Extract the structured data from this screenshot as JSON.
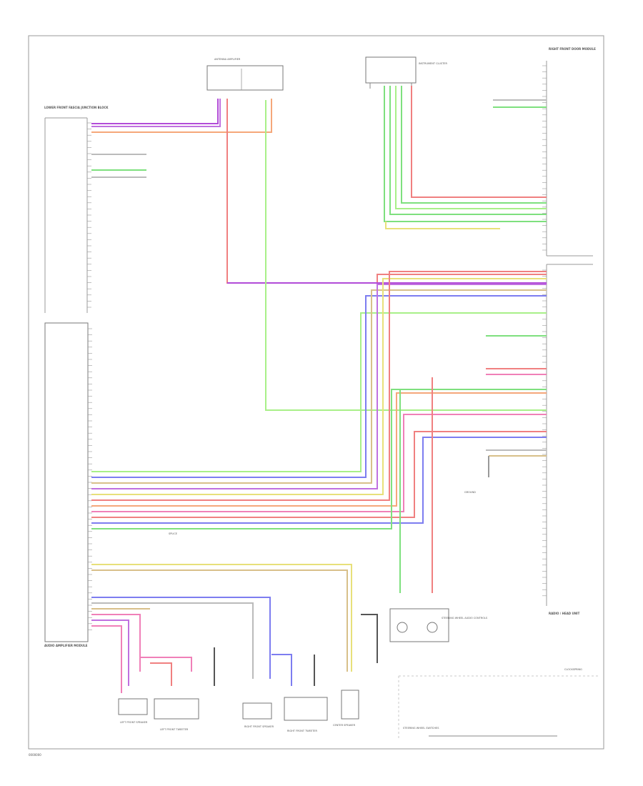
{
  "components": {
    "left_module_top": "LOWER FRONT FASCIA JUNCTION BLOCK",
    "left_module_bottom": "AUDIO AMPLIFIER MODULE",
    "right_module_top": "RIGHT FRONT DOOR MODULE",
    "right_module_bottom": "RADIO / HEAD UNIT",
    "top_connector": "ANTENNA AMPLIFIER",
    "top_right_connector": "INSTRUMENT CLUSTER",
    "left_front_speaker": "LEFT FRONT SPEAKER",
    "left_front_tweeter": "LEFT FRONT TWEETER",
    "right_front_speaker": "RIGHT FRONT SPEAKER",
    "right_front_tweeter": "RIGHT FRONT TWEETER",
    "center_speaker": "CENTER SPEAKER",
    "steering_controls": "STEERING WHEEL AUDIO CONTROLS",
    "steering_switches": "STEERING WHEEL SWITCHES",
    "clockspring": "CLOCKSPRING"
  },
  "labels": {
    "ground_ref": "GROUND",
    "splice_ref": "SPLICE",
    "bottom_left_code": "0000000"
  }
}
